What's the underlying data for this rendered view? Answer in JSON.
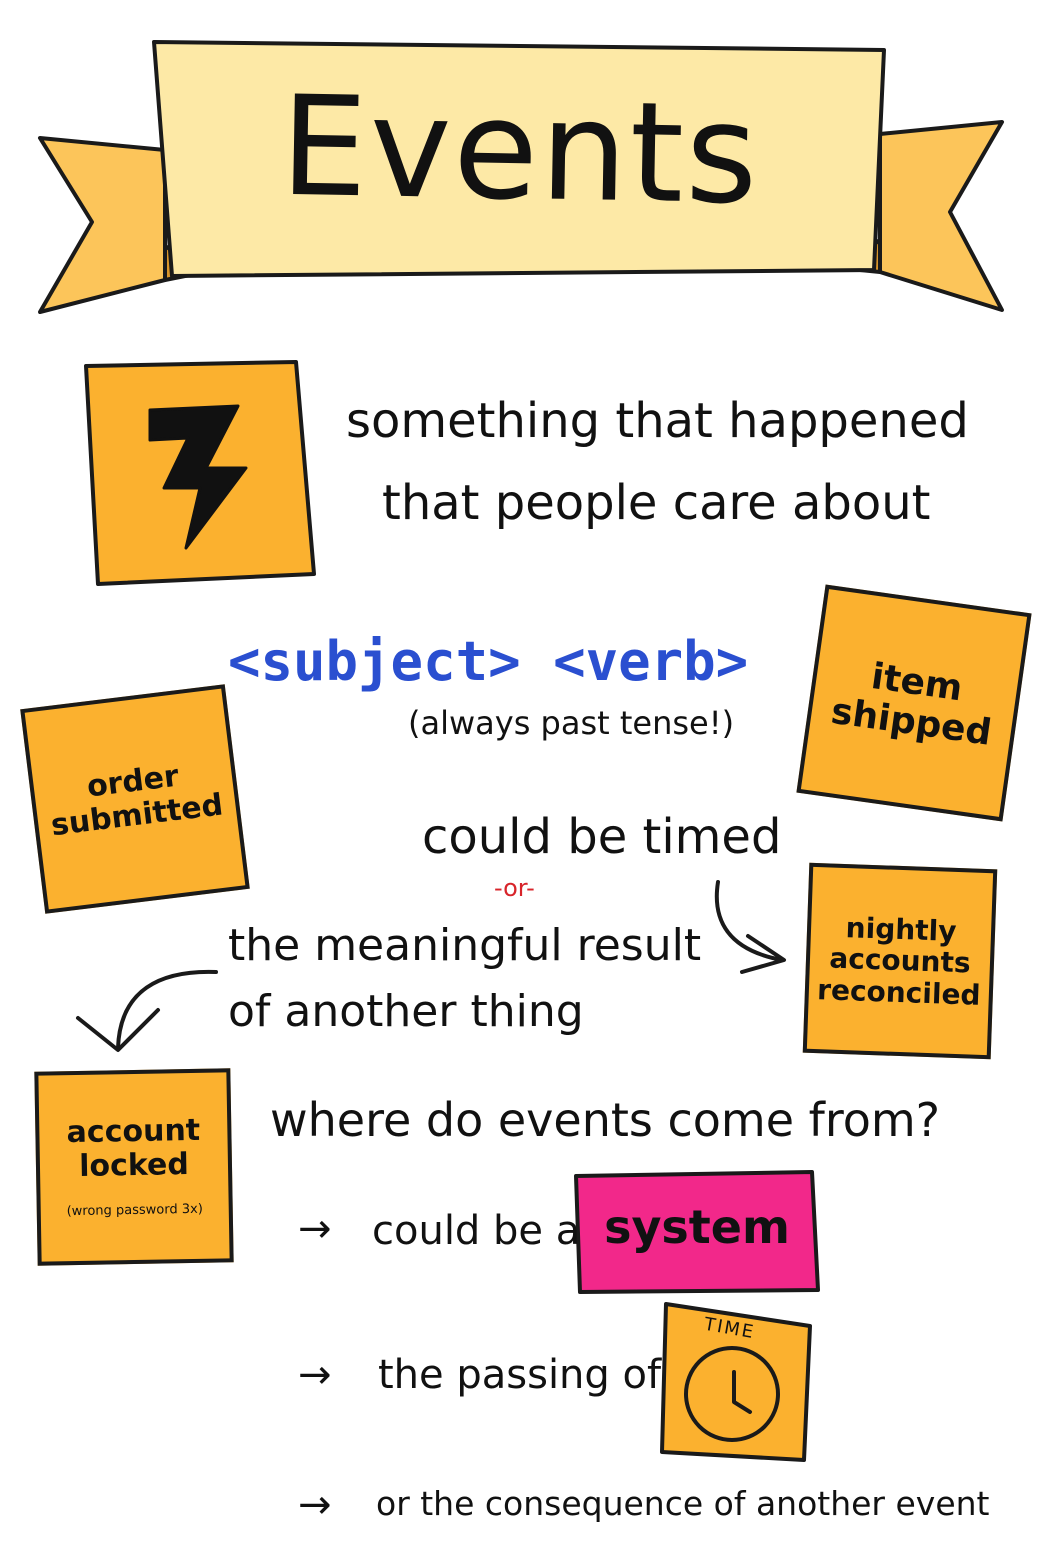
{
  "banner": {
    "title": "Events"
  },
  "definition": {
    "line1": "something that happened",
    "line2": "that people care about"
  },
  "pattern": {
    "label": "<subject> <verb>",
    "note": "(always past tense!)"
  },
  "notes": {
    "item_shipped": {
      "line1": "item",
      "line2": "shipped"
    },
    "order_submitted": {
      "line1": "order",
      "line2": "submitted"
    },
    "nightly": {
      "line1": "nightly",
      "line2": "accounts",
      "line3": "reconciled"
    },
    "account_locked": {
      "line1": "account",
      "line2": "locked",
      "sub": "(wrong password 3x)"
    }
  },
  "timing": {
    "timed": "could be timed",
    "or": "-or-",
    "result_line1": "the meaningful result",
    "result_line2": "of another thing"
  },
  "sources": {
    "question": "where do events come from?",
    "arrow": "→",
    "item1": "could be a",
    "system": "system",
    "item2": "the passing of",
    "clock_label": "TIME",
    "item3": "or the consequence of another event"
  },
  "colors": {
    "sticky": "#fbb12f",
    "banner": "#fde9a6",
    "banner_tail": "#fcc55a",
    "system": "#f2288a",
    "pattern": "#2a4fd0",
    "or": "#d8242a"
  }
}
